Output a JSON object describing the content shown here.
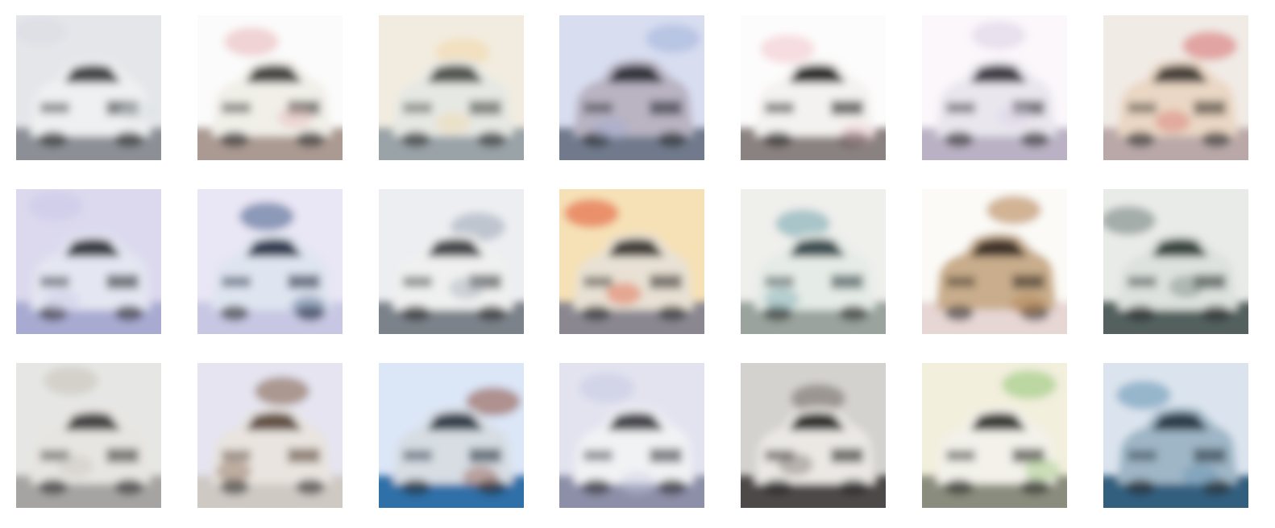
{
  "figure": {
    "rows": 3,
    "cols": 7,
    "images": [
      {
        "subject": "car",
        "body": "#eef0f1",
        "roof": "#2a2d30",
        "sky": "#e4e6ea",
        "ground": "#8c9096",
        "accent": "#d8dbe0"
      },
      {
        "subject": "car",
        "body": "#f1efe8",
        "roof": "#2e2b28",
        "sky": "#fbfbfb",
        "ground": "#aa9a92",
        "accent": "#e7b3b4"
      },
      {
        "subject": "car",
        "body": "#e6e8e4",
        "roof": "#3a4038",
        "sky": "#f2ece0",
        "ground": "#9aa3a7",
        "accent": "#f3d7a5"
      },
      {
        "subject": "car",
        "body": "#b9b3c2",
        "roof": "#1f2228",
        "sky": "#d8def0",
        "ground": "#6f7a8c",
        "accent": "#9fb0d8"
      },
      {
        "subject": "car",
        "body": "#f4f2f0",
        "roof": "#111111",
        "sky": "#fdfcfc",
        "ground": "#8a8280",
        "accent": "#f0c2c8"
      },
      {
        "subject": "car",
        "body": "#e9e6ee",
        "roof": "#26232b",
        "sky": "#fbf7fb",
        "ground": "#bab2c4",
        "accent": "#d9cfe4"
      },
      {
        "subject": "car",
        "body": "#ead7c4",
        "roof": "#2f2a25",
        "sky": "#f1ebe6",
        "ground": "#b9a8a7",
        "accent": "#d46a6a"
      },
      {
        "subject": "car",
        "body": "#e4e6f1",
        "roof": "#202228",
        "sky": "#dcd9ee",
        "ground": "#a9aad1",
        "accent": "#c8c6e8"
      },
      {
        "subject": "car",
        "body": "#dfe5f0",
        "roof": "#19243a",
        "sky": "#e9e6f5",
        "ground": "#c7c7e3",
        "accent": "#3f5a85"
      },
      {
        "subject": "car",
        "body": "#eff0ef",
        "roof": "#2b2f33",
        "sky": "#eceef1",
        "ground": "#7c828a",
        "accent": "#9aa4b2"
      },
      {
        "subject": "car",
        "body": "#e8e1d4",
        "roof": "#2a2622",
        "sky": "#f6e1b6",
        "ground": "#8a8791",
        "accent": "#e0512f"
      },
      {
        "subject": "car",
        "body": "#e5ebe6",
        "roof": "#24363a",
        "sky": "#efefec",
        "ground": "#9aa39d",
        "accent": "#6fa2ad"
      },
      {
        "subject": "car",
        "body": "#c9ad8c",
        "roof": "#2a2119",
        "sky": "#fbfaf6",
        "ground": "#e6d6d4",
        "accent": "#b07a46"
      },
      {
        "subject": "car",
        "body": "#dde2de",
        "roof": "#1f2a28",
        "sky": "#e9ebe8",
        "ground": "#52615d",
        "accent": "#6b7a76"
      },
      {
        "subject": "car",
        "body": "#e7e5e1",
        "roof": "#2b2b2a",
        "sky": "#e6e6e4",
        "ground": "#a6a4a2",
        "accent": "#c5c0b7"
      },
      {
        "subject": "car",
        "body": "#e9e4df",
        "roof": "#4e3a2c",
        "sky": "#e5e4f0",
        "ground": "#cfc9c4",
        "accent": "#7b5a43"
      },
      {
        "subject": "car",
        "body": "#d7dde3",
        "roof": "#1c2735",
        "sky": "#dbe6f7",
        "ground": "#2f6fa7",
        "accent": "#8a4b3a"
      },
      {
        "subject": "car",
        "body": "#f1f2f4",
        "roof": "#2a2d32",
        "sky": "#e2e3ef",
        "ground": "#8d8fa9",
        "accent": "#c5c9e2"
      },
      {
        "subject": "car",
        "body": "#ebe8e4",
        "roof": "#141414",
        "sky": "#d4d2cf",
        "ground": "#4d4a48",
        "accent": "#6b6560"
      },
      {
        "subject": "car",
        "body": "#f3f1ea",
        "roof": "#1f211c",
        "sky": "#f2efdd",
        "ground": "#8a8d7d",
        "accent": "#8fc26f"
      },
      {
        "subject": "car",
        "body": "#9fb6c6",
        "roof": "#1a2a35",
        "sky": "#dbe4ee",
        "ground": "#335e7e",
        "accent": "#5d8fb0"
      }
    ]
  }
}
